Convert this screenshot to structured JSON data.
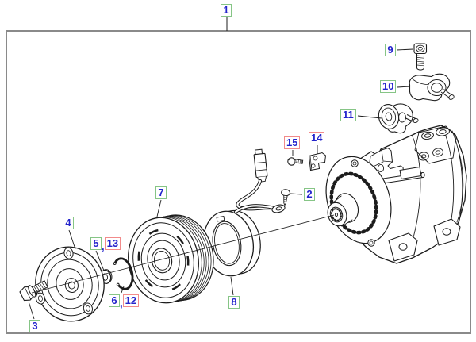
{
  "diagram": {
    "colors": {
      "background": "#ffffff",
      "line": "#1c1c1c",
      "frame": "#8a8a8a",
      "label-text": "#2424cc",
      "label-border-primary": "#86c586",
      "label-border-secondary": "#f28b8b"
    }
  },
  "callouts": {
    "c1": {
      "text": "1",
      "variant": "green"
    },
    "c2": {
      "text": "2",
      "variant": "green"
    },
    "c3": {
      "text": "3",
      "variant": "green"
    },
    "c4": {
      "text": "4",
      "variant": "green"
    },
    "c5": {
      "text": "5",
      "variant": "green"
    },
    "c6": {
      "text": "6",
      "variant": "green"
    },
    "c7": {
      "text": "7",
      "variant": "green"
    },
    "c8": {
      "text": "8",
      "variant": "green"
    },
    "c9": {
      "text": "9",
      "variant": "green"
    },
    "c10": {
      "text": "10",
      "variant": "green"
    },
    "c11": {
      "text": "11",
      "variant": "green"
    },
    "c12": {
      "text": "12",
      "variant": "red"
    },
    "c13": {
      "text": "13",
      "variant": "red"
    },
    "c14": {
      "text": "14",
      "variant": "red"
    },
    "c15": {
      "text": "15",
      "variant": "red"
    },
    "separator": ","
  }
}
